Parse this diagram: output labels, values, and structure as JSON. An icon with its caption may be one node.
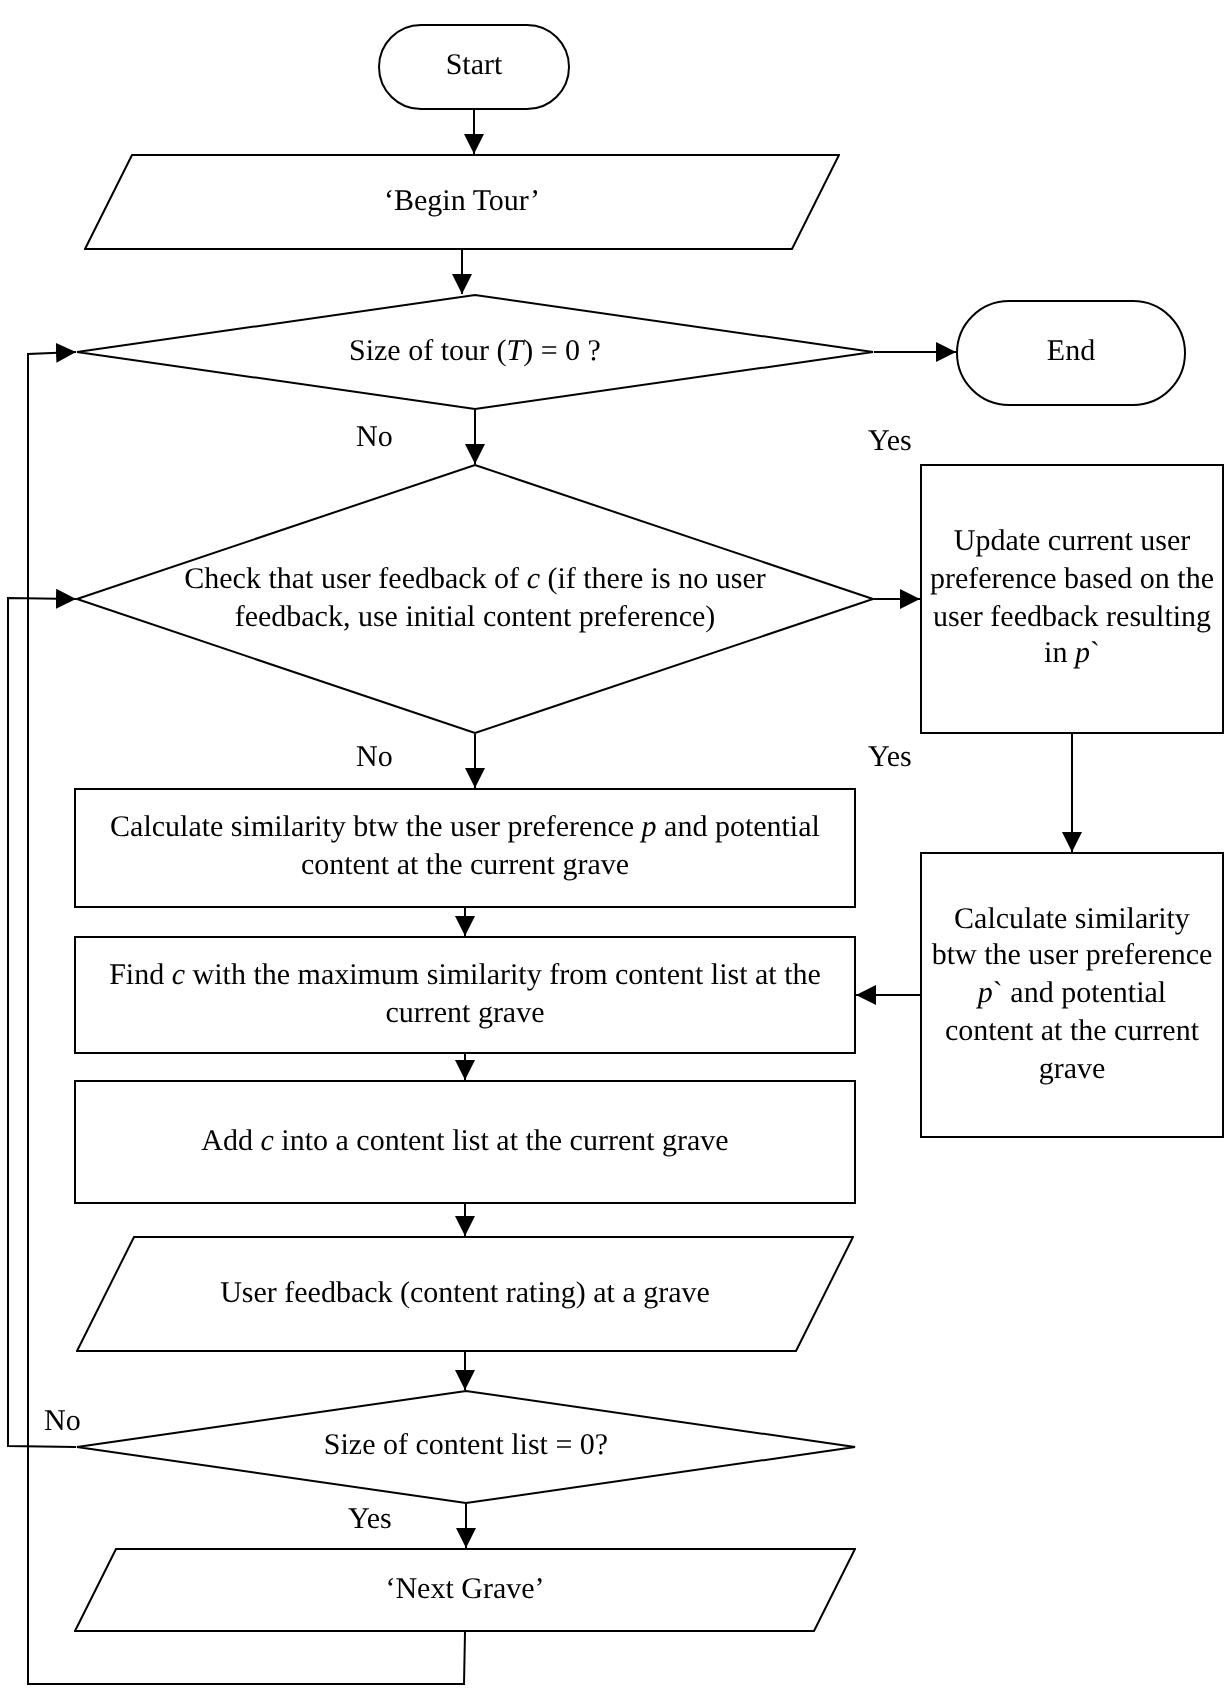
{
  "diagram": {
    "nodes": [
      {
        "text": [
          "Start"
        ]
      },
      {
        "text": [
          "‘Begin Tour’"
        ]
      },
      {
        "text": [
          "Size of tour (*T*) = 0 ?"
        ]
      },
      {
        "text": [
          "End"
        ]
      },
      {
        "text": [
          "Check that user feedback of *c* (if there is no user feedback, use initial content preference)"
        ]
      },
      {
        "text": [
          "Update current user preference based on the user feedback resulting in *p*`"
        ]
      },
      {
        "text": [
          "Calculate similarity btw the user preference *p* and potential content at the current grave"
        ]
      },
      {
        "text": [
          "Calculate similarity btw the user preference *p*` and potential content at the current grave"
        ]
      },
      {
        "text": [
          "Find *c* with the maximum similarity from content list at the current grave"
        ]
      },
      {
        "text": [
          "Add *c* into a content list at the current grave"
        ]
      },
      {
        "text": [
          "User feedback (content rating) at a grave"
        ]
      },
      {
        "text": [
          "Size of content list = 0?"
        ]
      },
      {
        "text": [
          "‘Next Grave’"
        ]
      }
    ],
    "edges": [
      {
        "from": 0,
        "to": 1,
        "arrow": "to"
      },
      {
        "from": 1,
        "to": 2,
        "arrow": "to"
      },
      {
        "from": 2,
        "to": 3,
        "arrow": "to",
        "label": "Yes"
      },
      {
        "from": 2,
        "to": 4,
        "arrow": "to",
        "label": "No"
      },
      {
        "from": 4,
        "to": 5,
        "arrow": "to",
        "label": "Yes"
      },
      {
        "from": 4,
        "to": 6,
        "arrow": "to",
        "label": "No"
      },
      {
        "from": 5,
        "to": 7,
        "arrow": "to"
      },
      {
        "from": 6,
        "to": 8,
        "arrow": "to"
      },
      {
        "from": 7,
        "to": 8,
        "arrow": "to"
      },
      {
        "from": 8,
        "to": 9,
        "arrow": "to"
      },
      {
        "from": 9,
        "to": 10,
        "arrow": "to"
      },
      {
        "from": 10,
        "to": 11,
        "arrow": "to"
      },
      {
        "from": 11,
        "to": 12,
        "arrow": "to",
        "label": "Yes"
      },
      {
        "from": 11,
        "to": 4,
        "arrow": "to",
        "label": "No"
      },
      {
        "from": 12,
        "to": 2,
        "arrow": "to"
      }
    ]
  }
}
